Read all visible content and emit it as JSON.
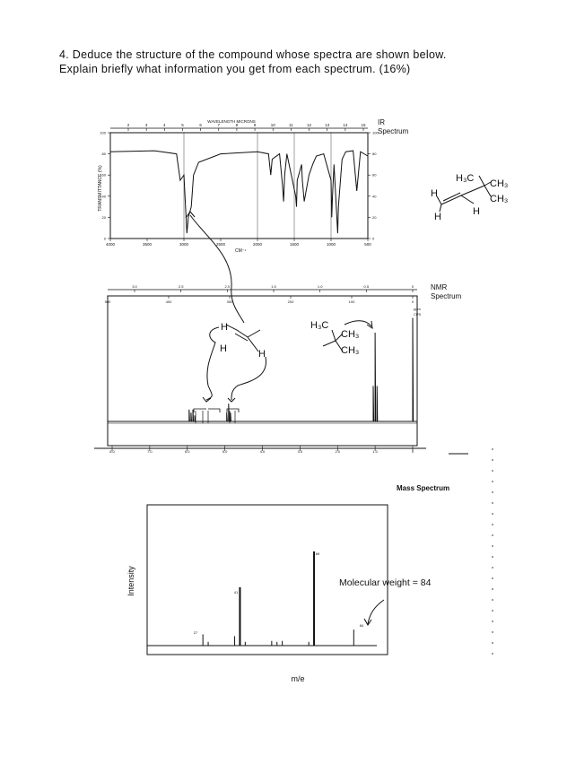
{
  "question": {
    "line1": "4.   Deduce the structure of the compound whose spectra are shown below.",
    "line2": "Explain briefly what information you get from each spectrum.   (16%)"
  },
  "ir": {
    "label": "IR",
    "label2": "Spectrum",
    "top_axis_title": "WAVELENGTH MICRONS",
    "top_ticks": [
      "2",
      "3",
      "4",
      "5",
      "6",
      "7",
      "8",
      "9",
      "10",
      "11",
      "12",
      "13",
      "14",
      "15"
    ],
    "y_ticks": [
      "100",
      "80",
      "60",
      "40",
      "20",
      "0"
    ],
    "y_title": "TRANSMITTANCE (%)",
    "x_ticks": [
      "4000",
      "3500",
      "3000",
      "2500",
      "2000",
      "1500",
      "1000",
      "500"
    ],
    "x_title": "CM⁻¹"
  },
  "structure": {
    "me1": "H₃C",
    "me2": "CH₃",
    "me3": "CH₃",
    "h1": "H",
    "h2": "H",
    "h3": "H"
  },
  "nmr": {
    "label": "NMR",
    "label2": "Spectrum",
    "top_ticks": [
      "3.0",
      "2.5",
      "2.0",
      "1.5",
      "1.0",
      "0.5",
      "0"
    ],
    "hz_ticks": [
      "500",
      "400",
      "300",
      "200",
      "100",
      "0"
    ],
    "bottom_ticks": [
      "8.0",
      "7.0",
      "6.0",
      "5.0",
      "4.0",
      "3.0",
      "2.0",
      "1.0",
      "0"
    ],
    "ppm_label": "ppm",
    "cps_label": "CPS",
    "hz_label": "Hz",
    "fragment_h1": "H",
    "fragment_h2": "H",
    "fragment_h3": "H",
    "tbu_me1": "H₃C",
    "tbu_me2": "CH₃",
    "tbu_me3": "CH₃"
  },
  "mass": {
    "title": "Mass Spectrum",
    "ylabel": "Intensity",
    "xlabel": "m/e",
    "note": "Molecular weight = 84",
    "peak_labels": [
      "27",
      "41",
      "69",
      "84"
    ]
  },
  "chart_data": [
    {
      "type": "line",
      "title": "IR Spectrum",
      "xlabel": "CM⁻¹",
      "ylabel": "TRANSMITTANCE (%)",
      "xlim": [
        4000,
        500
      ],
      "ylim": [
        0,
        100
      ],
      "x": [
        4000,
        3400,
        3100,
        3080,
        3050,
        3000,
        2960,
        2940,
        2900,
        2870,
        2800,
        2500,
        2000,
        1850,
        1820,
        1800,
        1700,
        1660,
        1645,
        1630,
        1600,
        1480,
        1470,
        1460,
        1400,
        1390,
        1365,
        1300,
        1250,
        1200,
        1100,
        1000,
        990,
        980,
        960,
        910,
        900,
        850,
        800,
        700,
        650,
        600,
        500
      ],
      "series": [
        {
          "values": [
            82,
            83,
            80,
            70,
            55,
            60,
            5,
            20,
            30,
            60,
            72,
            80,
            82,
            80,
            60,
            75,
            80,
            50,
            35,
            60,
            80,
            40,
            30,
            55,
            70,
            55,
            35,
            60,
            70,
            78,
            80,
            55,
            20,
            40,
            70,
            5,
            30,
            75,
            82,
            83,
            45,
            82,
            78
          ]
        }
      ]
    },
    {
      "type": "line",
      "title": "NMR Spectrum",
      "xlabel": "ppm",
      "xlim": [
        8.0,
        0
      ],
      "x": [
        6.0,
        5.95,
        5.9,
        5.85,
        5.8,
        5.75,
        5.0,
        4.95,
        4.9,
        4.85,
        4.8,
        1.05,
        1.0,
        0.95,
        0
      ],
      "series": [
        {
          "values": [
            0,
            4,
            3,
            4,
            2,
            0,
            0,
            3,
            6,
            3,
            0,
            12,
            30,
            12,
            35
          ]
        }
      ]
    },
    {
      "type": "bar",
      "title": "Mass Spectrum",
      "xlabel": "m/e",
      "ylabel": "Intensity",
      "categories": [
        27,
        29,
        39,
        41,
        43,
        53,
        55,
        57,
        67,
        69,
        84
      ],
      "values": [
        12,
        4,
        10,
        62,
        4,
        5,
        4,
        5,
        4,
        100,
        17
      ]
    }
  ]
}
